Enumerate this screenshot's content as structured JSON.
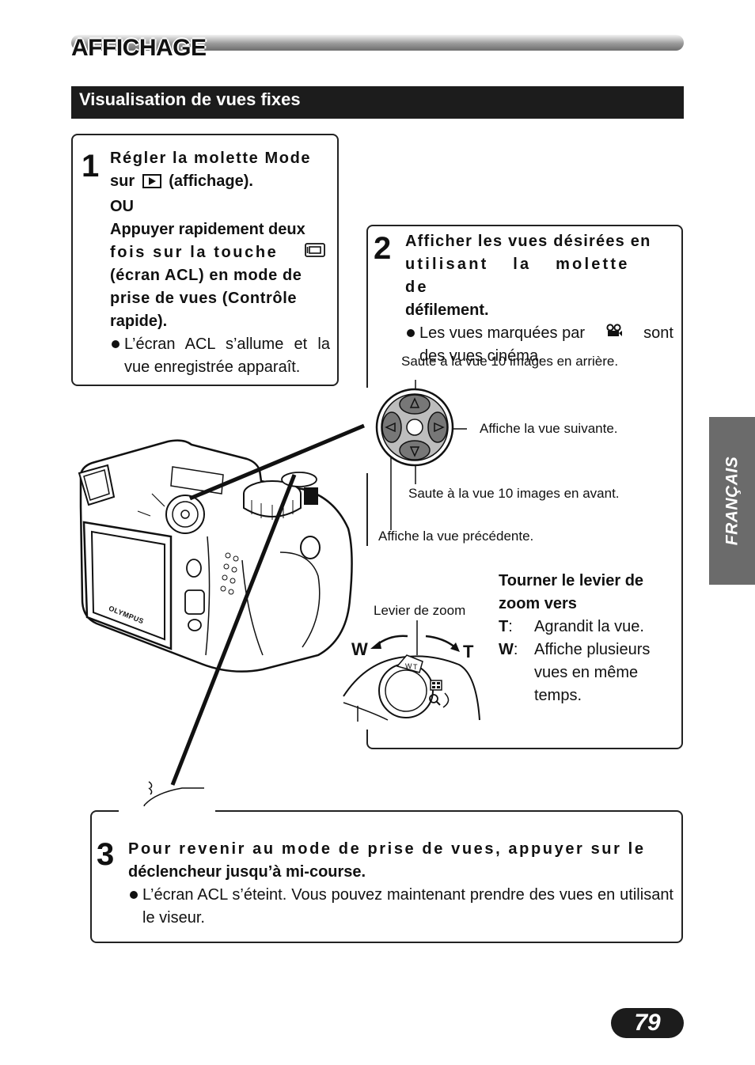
{
  "header": {
    "title": "AFFICHAGE",
    "section_title": "Visualisation de vues fixes"
  },
  "step1": {
    "number": "1",
    "line1": "Régler la molette Mode",
    "line2a": "sur",
    "line2b": "(affichage).",
    "or": "OU",
    "line3": "Appuyer rapidement deux",
    "line4a": "fois sur la touche",
    "line5": "(écran ACL) en mode de",
    "line6": "prise de vues (Contrôle",
    "line7": "rapide).",
    "bullet": "L’écran ACL s’allume et la vue enregistrée apparaît."
  },
  "step2": {
    "number": "2",
    "line1": "Afficher les vues désirées en",
    "line2": "utilisant la molette de",
    "line3": "défilement.",
    "bullet_a": "Les vues marquées par",
    "bullet_b": "sont",
    "bullet_c": "des vues cinéma.",
    "label_up": "Saute à la vue 10 images en arrière.",
    "label_right": "Affiche la vue suivante.",
    "label_down": "Saute à la vue 10 images en avant.",
    "label_left": "Affiche la vue précédente.",
    "zoom_title_1": "Tourner le levier de",
    "zoom_title_2": "zoom vers",
    "t_key": "T",
    "t_desc": "Agrandit la vue.",
    "w_key": "W",
    "w_desc_1": "Affiche plusieurs",
    "w_desc_2": "vues en même",
    "w_desc_3": "temps.",
    "zoom_lever_label": "Levier de zoom",
    "w_letter": "W",
    "t_letter": "T"
  },
  "step3": {
    "number": "3",
    "line1": "Pour revenir au mode de prise de vues, appuyer sur le",
    "line2": "déclencheur jusqu’à mi-course.",
    "bullet": "L’écran ACL s’éteint. Vous pouvez maintenant prendre des vues en utilisant le viseur."
  },
  "camera": {
    "brand": "OLYMPUS"
  },
  "sidebar": {
    "language": "FRANÇAIS"
  },
  "page_number": "79"
}
